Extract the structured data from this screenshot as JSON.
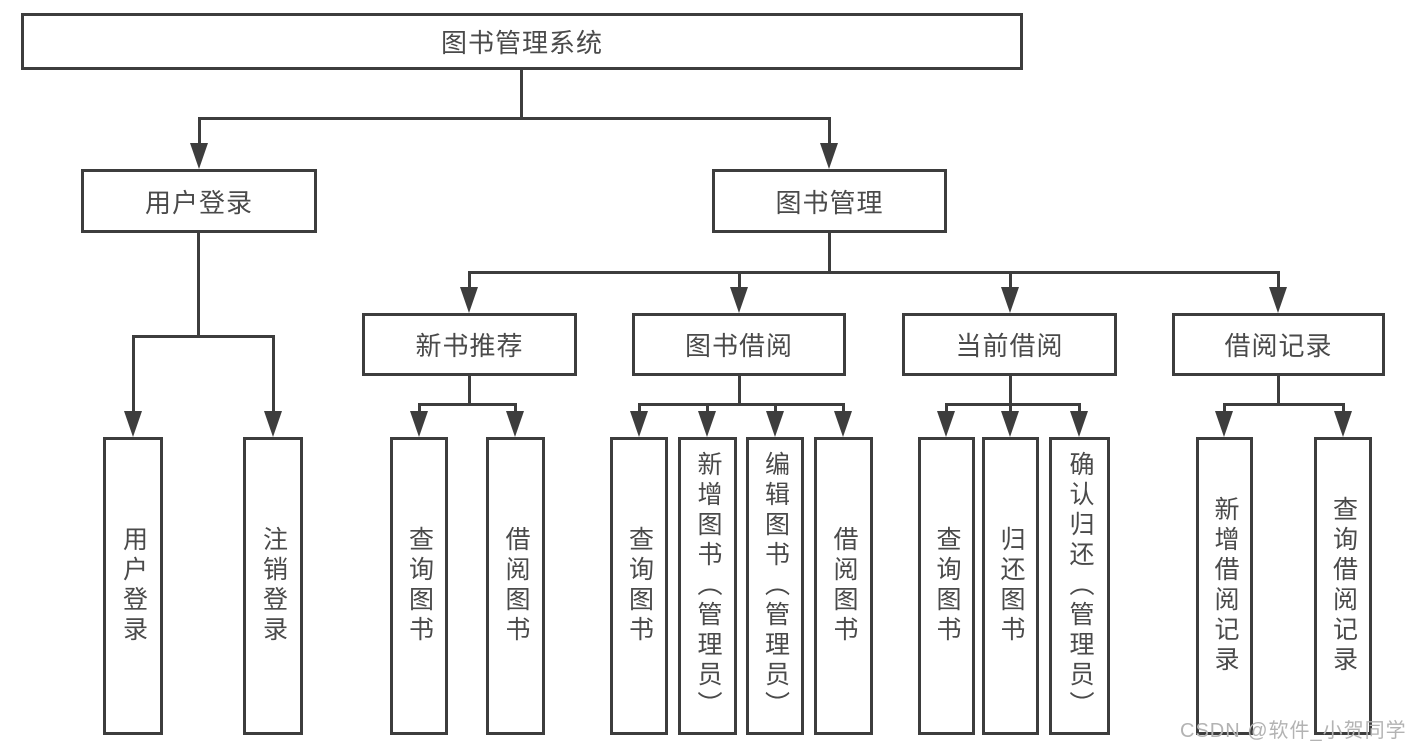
{
  "tree": {
    "root": {
      "label": "图书管理系统"
    },
    "branches": [
      {
        "label": "用户登录",
        "children": [
          {
            "label": "用户登录"
          },
          {
            "label": "注销登录"
          }
        ]
      },
      {
        "label": "图书管理",
        "children": [
          {
            "label": "新书推荐",
            "children": [
              {
                "label": "查询图书"
              },
              {
                "label": "借阅图书"
              }
            ]
          },
          {
            "label": "图书借阅",
            "children": [
              {
                "label": "查询图书"
              },
              {
                "label": "新增图书（管理员）"
              },
              {
                "label": "编辑图书（管理员）"
              },
              {
                "label": "借阅图书"
              }
            ]
          },
          {
            "label": "当前借阅",
            "children": [
              {
                "label": "查询图书"
              },
              {
                "label": "归还图书"
              },
              {
                "label": "确认归还（管理员）"
              }
            ]
          },
          {
            "label": "借阅记录",
            "children": [
              {
                "label": "新增借阅记录"
              },
              {
                "label": "查询借阅记录"
              }
            ]
          }
        ]
      }
    ]
  },
  "watermark": "CSDN @软件_小贺同学",
  "colors": {
    "line": "#3d3d3d",
    "text": "#4a4a4a",
    "watermark": "#b3b3b3",
    "background": "#ffffff"
  }
}
